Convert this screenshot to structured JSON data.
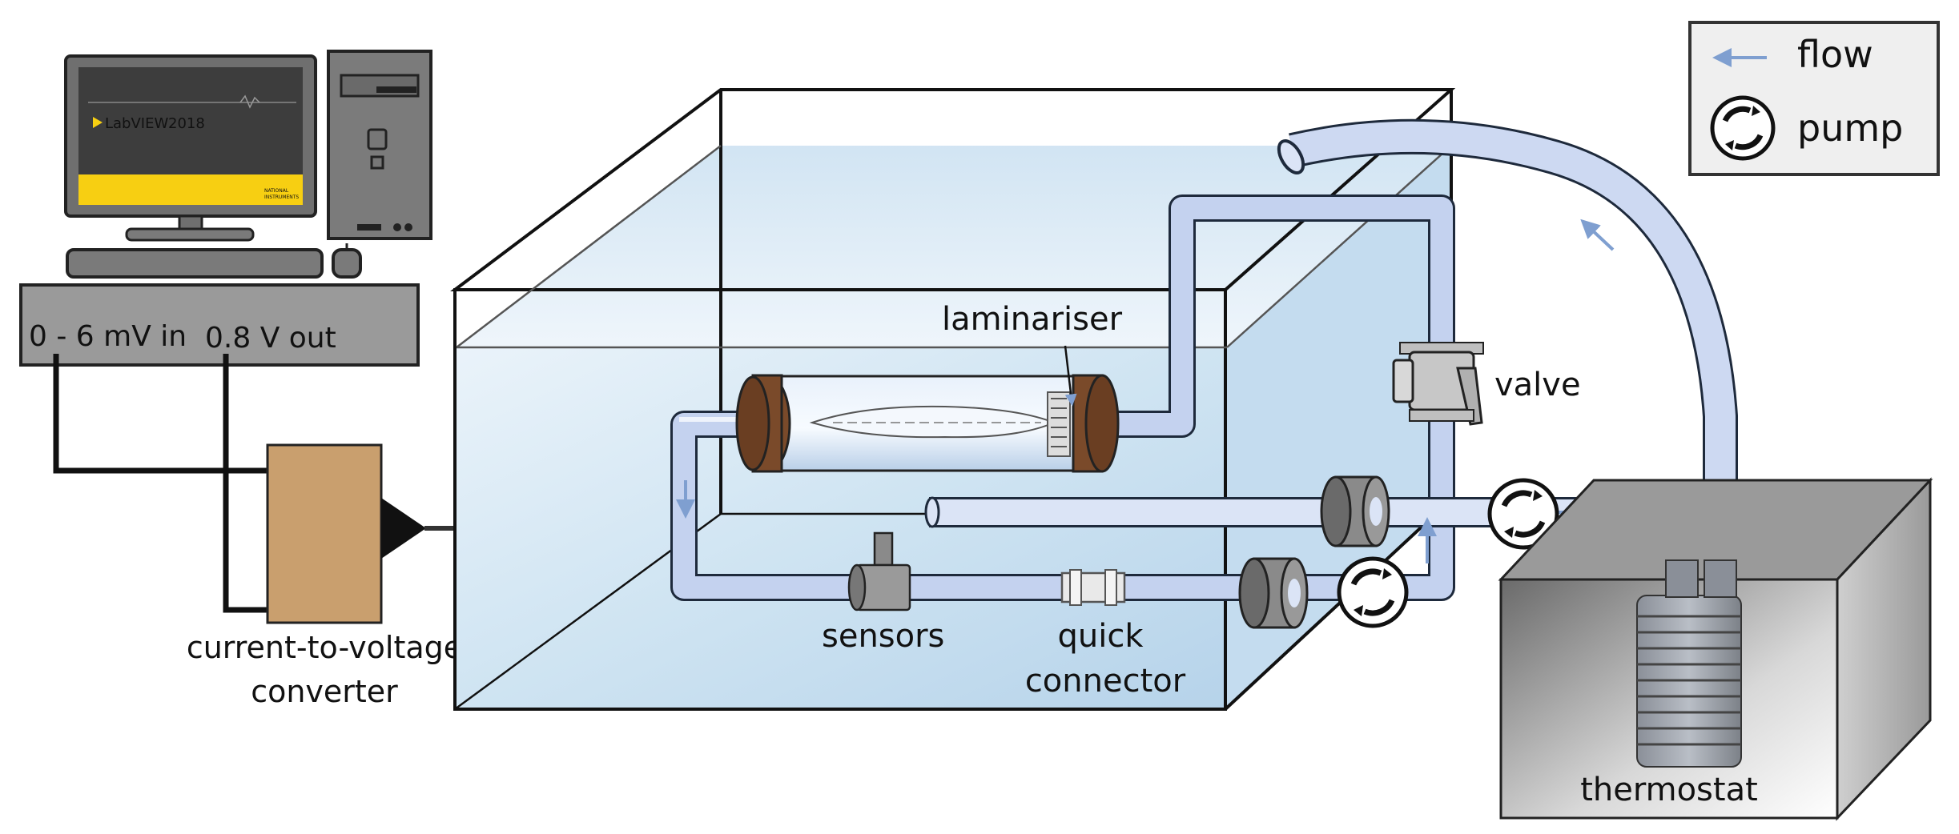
{
  "legend": {
    "flow_label": "flow",
    "pump_label": "pump"
  },
  "labels": {
    "laminariser": "laminariser",
    "valve": "valve",
    "sensors": "sensors",
    "quick_connector_line1": "quick",
    "quick_connector_line2": "connector",
    "thermostat": "thermostat",
    "converter_line1": "current-to-voltage",
    "converter_line2": "converter",
    "input_range": "0 - 6 mV in",
    "output_range": "0.8 V out"
  },
  "monitor": {
    "software": "LabVIEW",
    "version": "2018",
    "vendor_line1": "NATIONAL",
    "vendor_line2": "INSTRUMENTS"
  },
  "colors": {
    "water": "#d2e6f3",
    "tube_fill": "#dde6f6",
    "flow_arrow": "#7f9fd0",
    "converter": "#c99f6e",
    "laminariser_cap": "#7a4a2a",
    "labview_yellow": "#f7cf12",
    "daq_box": "#9a9a9a"
  }
}
